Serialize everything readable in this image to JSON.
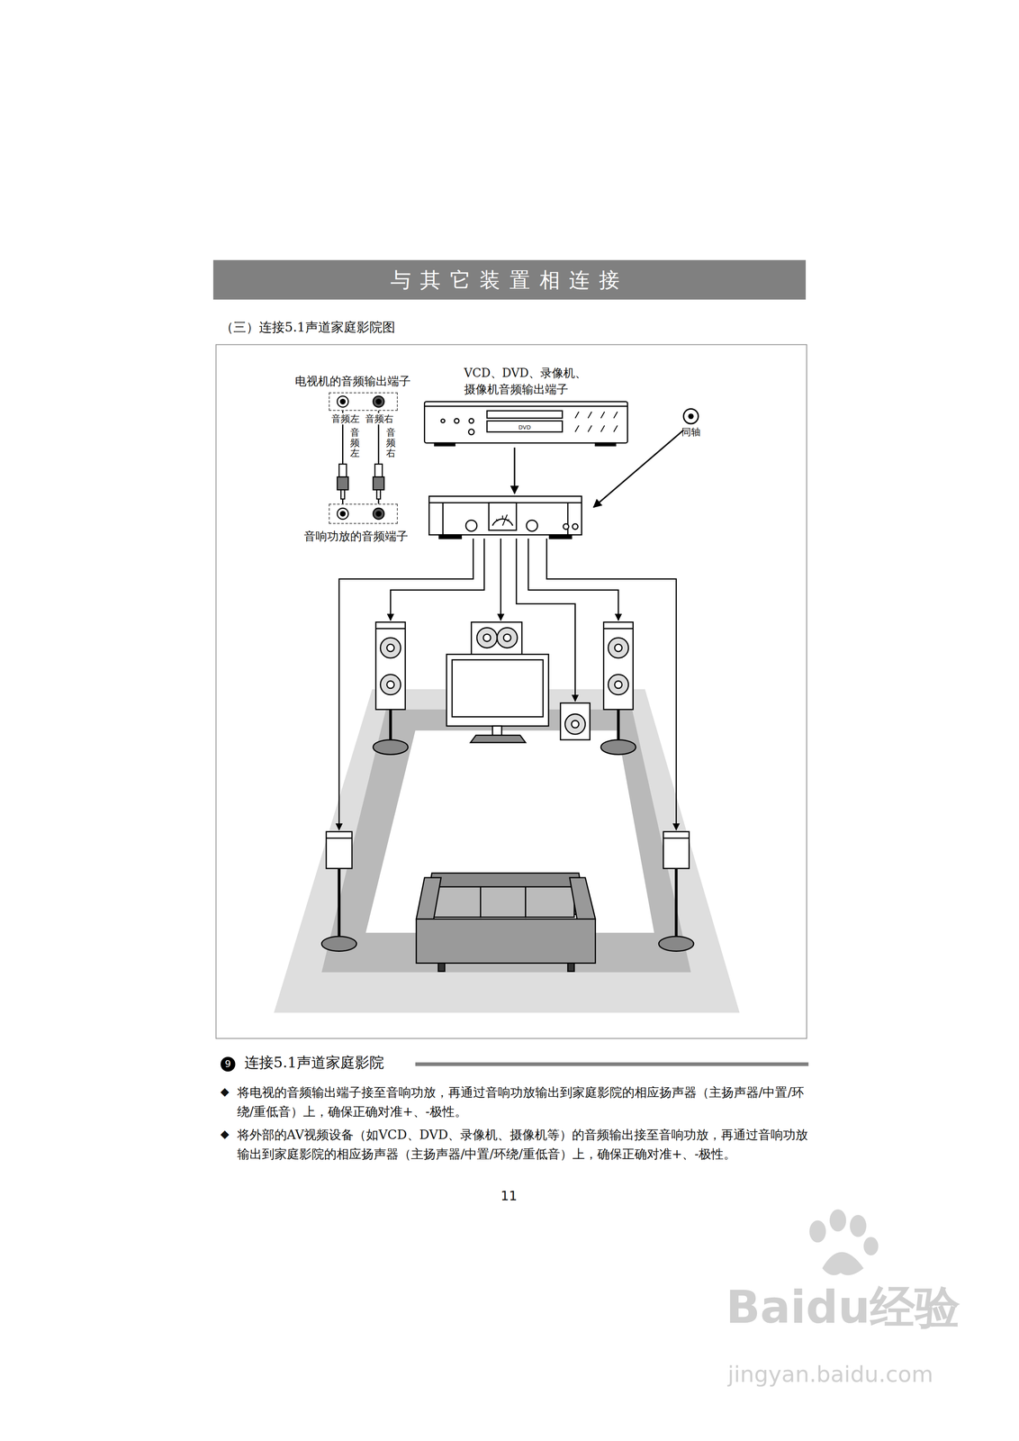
{
  "diagram": {
    "title": "与其它装置相连接",
    "nodes": [
      {
        "text": [
          "电视机的音频输出端子"
        ]
      },
      {
        "text": [
          "音响功放的音频端子"
        ]
      },
      {
        "text": [
          "VCD、DVD、录像机、 摄像机音频输出端子",
          "DVD"
        ]
      },
      {
        "text": [
          "同轴"
        ]
      }
    ],
    "edges": [
      {
        "from": 0,
        "to": 1,
        "label": "音频左",
        "arrow": "none"
      },
      {
        "from": 0,
        "to": 1,
        "label": "音频右",
        "arrow": "none"
      }
    ],
    "labels": [
      "（三）连接5.1声道家庭影院图",
      "音频左",
      "音频右",
      "9",
      "连接5.1声道家庭影院",
      "◆",
      "将电视的音频输出端子接至音响功放，再通过音响功放输出到家庭影院的相应扬声器（主扬声器/中置/环绕/重低音）上，确保正确对准+、-极性。",
      "◆",
      "将外部的AV视频设备（如VCD、DVD、录像机、摄像机等）的音频输出接至音响功放，再通过音响功放输出到家庭影院的相应扬声器（主扬声器/中置/环绕/重低音）上，确保正确对准+、-极性。",
      "11",
      "Baidu经验",
      "jingyan.baidu.com"
    ]
  }
}
